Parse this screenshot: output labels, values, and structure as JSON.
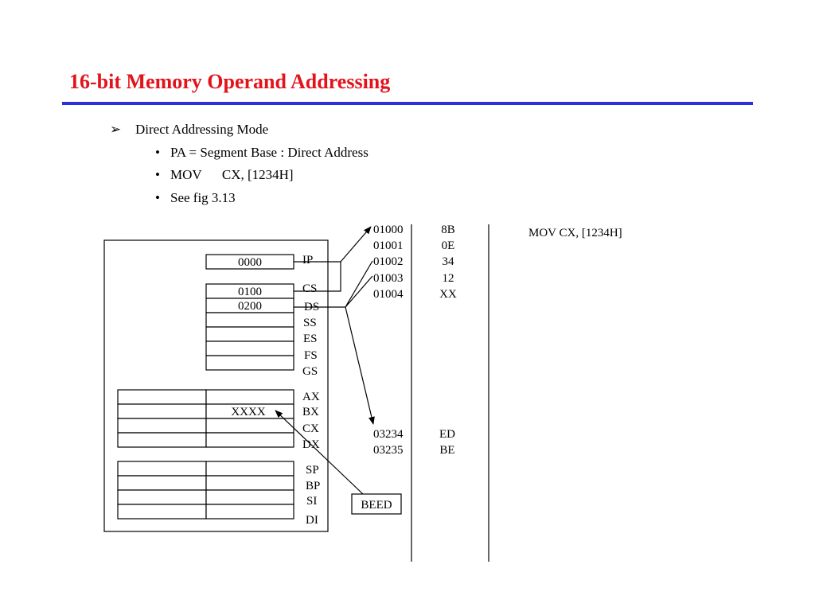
{
  "slide": {
    "title": "16-bit Memory Operand Addressing",
    "rule_color": "#2a2fe0",
    "title_color": "#e3121b"
  },
  "bullets": {
    "main": {
      "marker": "arrow-bullet-icon",
      "text": "Direct Addressing Mode"
    },
    "sub": [
      {
        "text": "PA = Segment Base : Direct Address"
      },
      {
        "text": "MOV      CX, [1234H]"
      },
      {
        "text": "See fig 3.13"
      }
    ]
  },
  "diagram": {
    "registers": {
      "ip": {
        "name": "IP",
        "value": "0000"
      },
      "segment": [
        {
          "name": "CS",
          "value": "0100"
        },
        {
          "name": "DS",
          "value": "0200"
        },
        {
          "name": "SS",
          "value": ""
        },
        {
          "name": "ES",
          "value": ""
        },
        {
          "name": "FS",
          "value": ""
        },
        {
          "name": "GS",
          "value": ""
        }
      ],
      "general": [
        {
          "name": "AX",
          "value": ""
        },
        {
          "name": "BX",
          "value": "XXXX"
        },
        {
          "name": "CX",
          "value": ""
        },
        {
          "name": "DX",
          "value": ""
        }
      ],
      "pointer": [
        {
          "name": "SP"
        },
        {
          "name": "BP"
        },
        {
          "name": "SI"
        },
        {
          "name": "DI"
        }
      ]
    },
    "memory": [
      {
        "address": "01000",
        "value": "8B"
      },
      {
        "address": "01001",
        "value": "0E"
      },
      {
        "address": "01002",
        "value": "34"
      },
      {
        "address": "01003",
        "value": "12"
      },
      {
        "address": "01004",
        "value": "XX"
      },
      {
        "address": "03234",
        "value": "ED"
      },
      {
        "address": "03235",
        "value": "BE"
      }
    ],
    "result_box": "BEED",
    "instruction": "MOV CX, [1234H]"
  }
}
